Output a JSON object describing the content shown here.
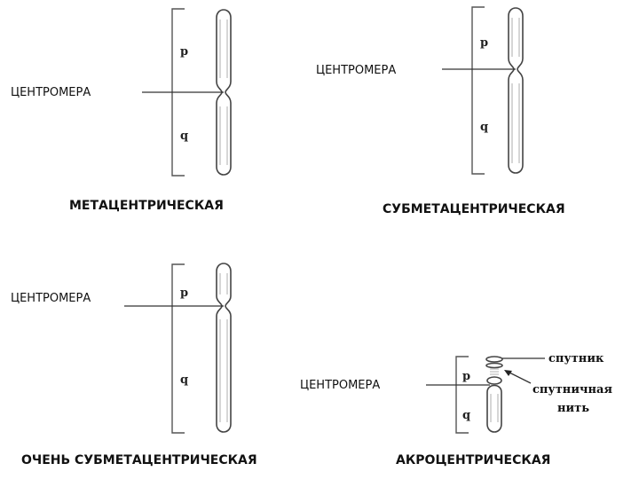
{
  "diagrams": [
    {
      "key": "meta",
      "arm_p": "p",
      "arm_q": "q",
      "centromere_label": "ЦЕНТРОМЕРА",
      "caption": "МЕТАЦЕНТРИЧЕСКАЯ"
    },
    {
      "key": "submeta",
      "arm_p": "p",
      "arm_q": "q",
      "centromere_label": "ЦЕНТРОМЕРА",
      "caption": "СУБМЕТАЦЕНТРИЧЕСКАЯ"
    },
    {
      "key": "very",
      "arm_p": "p",
      "arm_q": "q",
      "centromere_label": "ЦЕНТРОМЕРА",
      "caption": "ОЧЕНЬ  СУБМЕТАЦЕНТРИЧЕСКАЯ"
    },
    {
      "key": "acro",
      "arm_p": "p",
      "arm_q": "q",
      "centromere_label": "ЦЕНТРОМЕРА",
      "caption": "АКРОЦЕНТРИЧЕСКАЯ",
      "satellite_label": "спутник",
      "satellite_thread_label_1": "спутничная",
      "satellite_thread_label_2": "нить"
    }
  ]
}
